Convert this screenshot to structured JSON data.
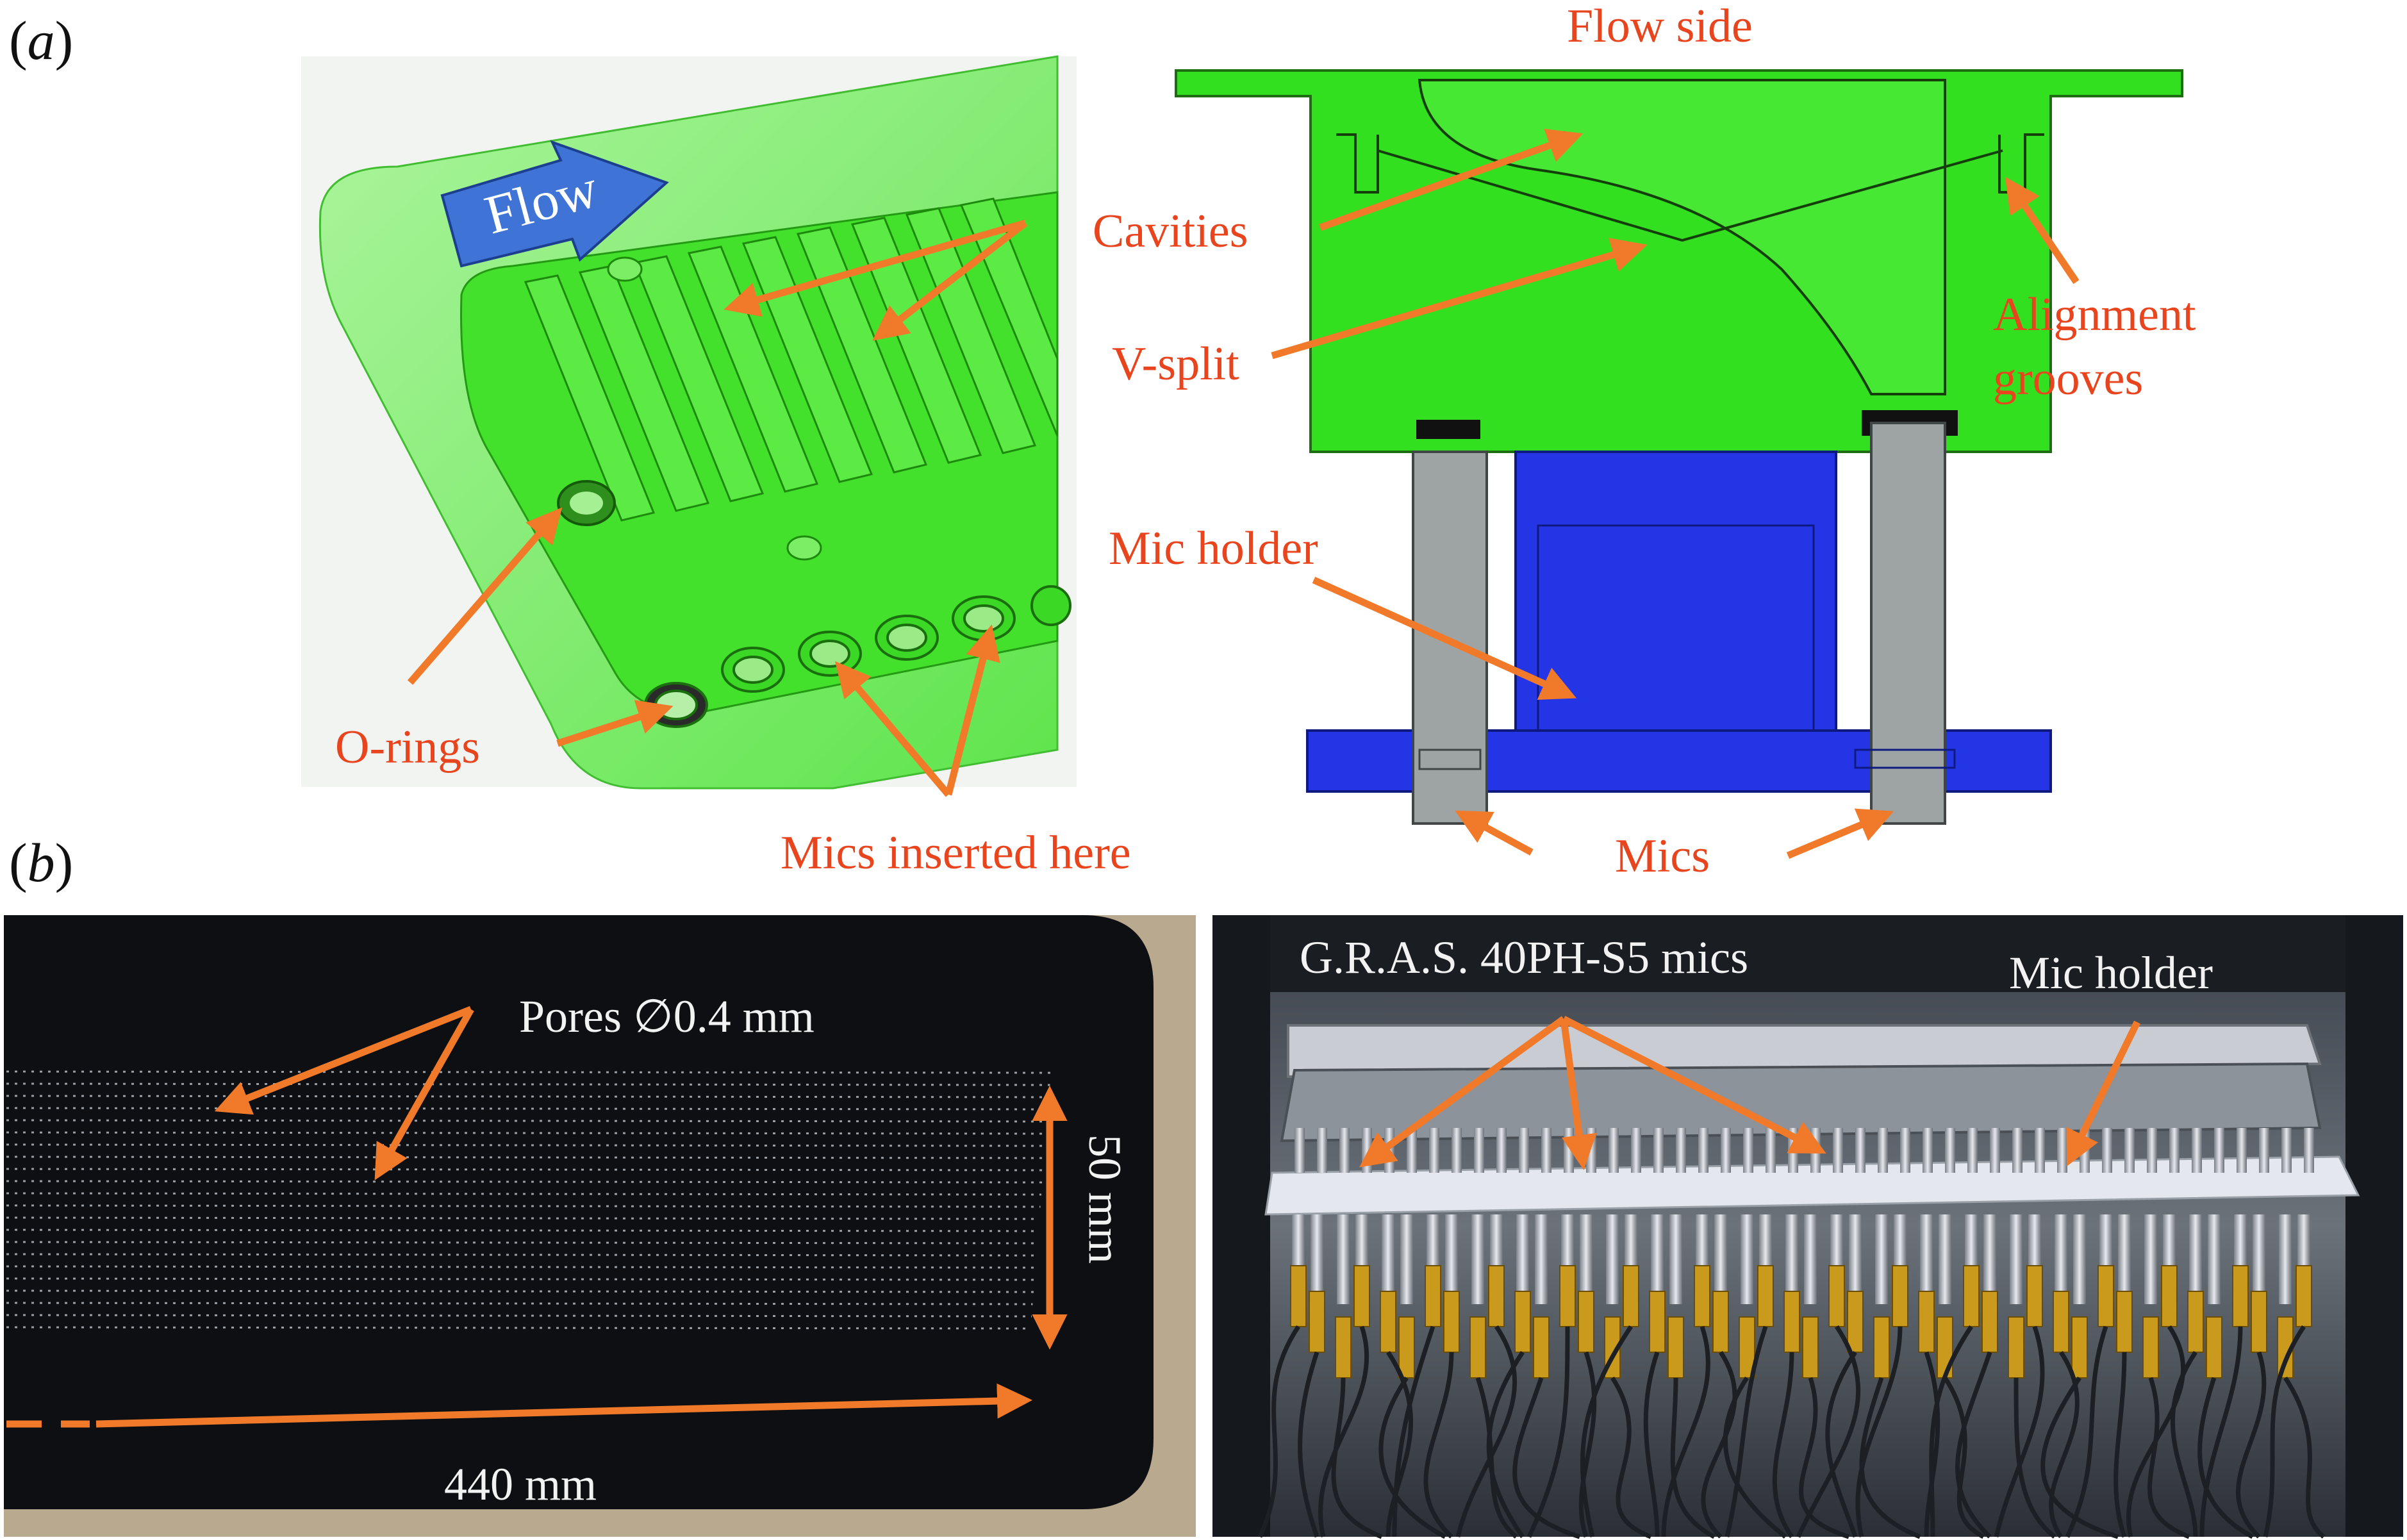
{
  "panels": {
    "a": "(a)",
    "b": "(b)",
    "a_letter": "a",
    "b_letter": "b",
    "open_paren": "(",
    "close_paren": ")"
  },
  "labels": {
    "flow": "Flow",
    "o_rings": "O-rings",
    "mics_inserted_here": "Mics inserted here",
    "flow_side": "Flow side",
    "cavities": "Cavities",
    "v_split": "V-split",
    "alignment": "Alignment",
    "grooves": "grooves",
    "mic_holder": "Mic holder",
    "mics": "Mics",
    "pores": "Pores ∅0.4 mm",
    "dim_50": "50 mm",
    "dim_440": "440 mm",
    "gras_mics": "G.R.A.S. 40PH-S5 mics",
    "mic_holder_photo": "Mic holder"
  },
  "colors": {
    "annotation": "#e8451e",
    "arrow": "#f07a2a",
    "cad_green": "#33e01f",
    "cad_green_light": "#8cf27a",
    "mic_blue": "#2435e6",
    "mic_grey": "#9ea4a4",
    "flow_arrow_blue": "#3f74d6",
    "photo_dark": "#0d0f12",
    "brass": "#c99a1c"
  }
}
